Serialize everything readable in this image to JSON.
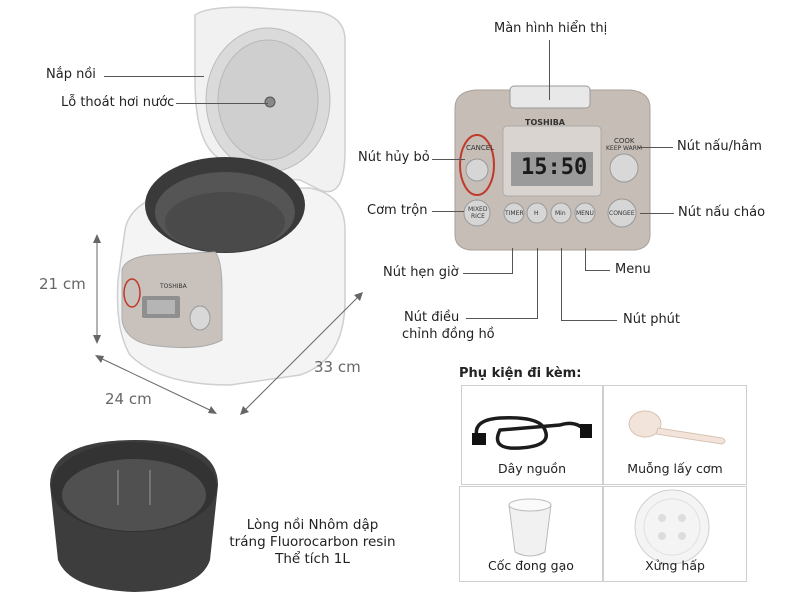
{
  "product_labels": {
    "lid": "Nắp nồi",
    "steam_vent": "Lỗ thoát hơi nước",
    "display": "Màn hình hiển thị",
    "cancel_button": "Nút hủy bỏ",
    "cook_keep_warm_button": "Nút nấu/hâm",
    "mixed_rice": "Cơm trộn",
    "congee_button": "Nút nấu cháo",
    "timer_button": "Nút hẹn giờ",
    "menu": "Menu",
    "clock_adjust_line1": "Nút điều",
    "clock_adjust_line2": "chỉnh đồng hồ",
    "minute_button": "Nút phút"
  },
  "dimensions": {
    "height": "21 cm",
    "width": "24 cm",
    "depth": "33 cm"
  },
  "panel": {
    "brand": "TOSHIBA",
    "cancel": "CANCEL",
    "cook": "COOK",
    "keep_warm": "KEEP WARM",
    "mixed_rice_line1": "MIXED",
    "mixed_rice_line2": "RICE",
    "timer": "TIMER",
    "hour": "H",
    "minute": "Min",
    "menu": "MENU",
    "congee": "CONGEE",
    "time": "15:50"
  },
  "inner_pot": {
    "line1": "Lòng nồi Nhôm dập",
    "line2": "tráng Fluorocarbon resin",
    "line3": "Thể tích 1L"
  },
  "accessories": {
    "title": "Phụ kiện đi kèm:",
    "items": [
      {
        "label": "Dây nguồn"
      },
      {
        "label": "Muỗng lấy cơm"
      },
      {
        "label": "Cốc đong gạo"
      },
      {
        "label": "Xửng hấp"
      }
    ]
  }
}
